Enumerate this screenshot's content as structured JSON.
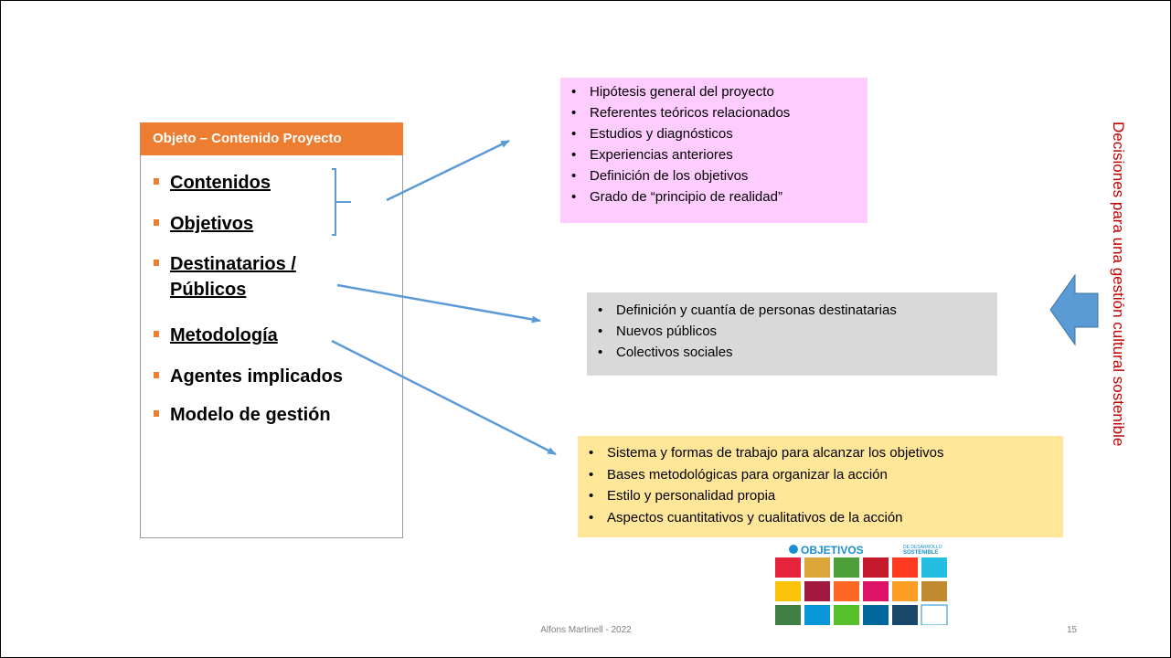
{
  "panel": {
    "header": "Objeto – Contenido Proyecto",
    "items": [
      {
        "label": "Contenidos",
        "underlined": true
      },
      {
        "label": "Objetivos",
        "underlined": true
      },
      {
        "label": "Destinatarios /",
        "label2": "Públicos",
        "underlined": true
      },
      {
        "label": "Metodología",
        "underlined": true
      },
      {
        "label": "Agentes implicados",
        "underlined": false
      },
      {
        "label": "Modelo de gestión",
        "underlined": false
      }
    ]
  },
  "boxes": {
    "pink": {
      "bg": "#ffccff",
      "items": [
        "Hipótesis general del proyecto",
        "Referentes teóricos relacionados",
        "Estudios y diagnósticos",
        "Experiencias anteriores",
        "Definición de los objetivos",
        "Grado de “principio de realidad”"
      ]
    },
    "gray": {
      "bg": "#d9d9d9",
      "items": [
        "Definición y cuantía de personas destinatarias",
        "Nuevos públicos",
        "Colectivos sociales"
      ]
    },
    "yellow": {
      "bg": "#ffe699",
      "items": [
        "Sistema y formas de trabajo para alcanzar los objetivos",
        "Bases metodológicas para organizar la acción",
        "Estilo y personalidad propia",
        "Aspectos cuantitativos y cualitativos de la acción"
      ]
    }
  },
  "side_title": "Decisiones para una gestión cultural sostenible",
  "sdg": {
    "title": "OBJETIVOS",
    "subtitle_line1": "DE DESARROLLO",
    "subtitle_line2": "SOSTENIBLE",
    "tile_colors": [
      "#e5243b",
      "#dda63a",
      "#4c9f38",
      "#c5192d",
      "#ff3a21",
      "#26bde2",
      "#fcc30b",
      "#a21942",
      "#fd6925",
      "#dd1367",
      "#fd9d24",
      "#bf8b2e",
      "#3f7e44",
      "#0a97d9",
      "#56c02b",
      "#00689d",
      "#19486a",
      "#ffffff"
    ]
  },
  "footer": "Alfons Martinell - 2022",
  "page_number": "15",
  "colors": {
    "accent": "#ed7d31",
    "arrow": "#5b9bd5",
    "side_title": "#c00000"
  }
}
